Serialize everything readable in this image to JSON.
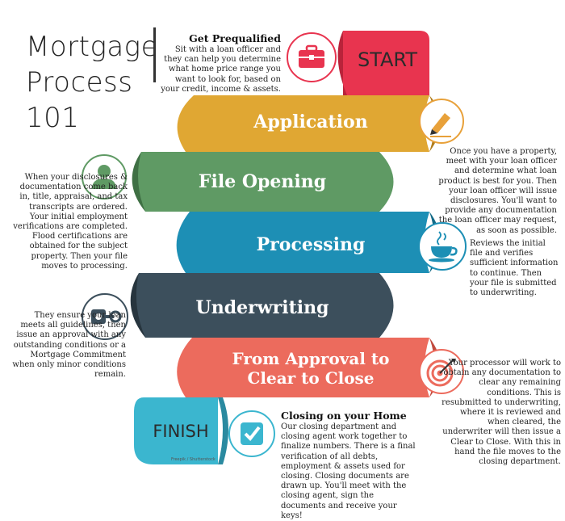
{
  "title": {
    "line1": "Mortgage",
    "line2": "Process",
    "line3": "101"
  },
  "prequal": {
    "heading": "Get Prequalified",
    "text": "Sit with a loan officer and they can help you determine what home price range you want to look for, based on your credit, income & assets."
  },
  "start_label": "START",
  "finish_label": "FINISH",
  "stages": [
    {
      "label": "Application",
      "color": "#e0a733"
    },
    {
      "label": "File Opening",
      "color": "#5f9a64"
    },
    {
      "label": "Processing",
      "color": "#1d8fb5"
    },
    {
      "label": "Underwriting",
      "color": "#3c4f5c"
    },
    {
      "label_line1": "From Approval to",
      "label_line2": "Clear to Close",
      "color": "#ec6b5d"
    }
  ],
  "notes": {
    "application": "Once you have a property, meet with your loan officer and determine what loan product is best for you. Then your loan officer will issue disclosures. You'll want to provide any documentation the loan officer may request, as soon as possible.",
    "file_opening": "When your disclosures & documentation come back in, title, appraisal, and tax transcripts are ordered. Your initial employment verifications are completed. Flood certifications are obtained for the subject property. Then your file moves to processing.",
    "processing": "Reviews the initial file and verifies sufficient information to continue. Then your file is submitted to underwriting.",
    "underwriting": "They ensure your loan meets all guidelines, then issue an approval with any outstanding conditions or a Mortgage Commitment when only minor conditions remain.",
    "approval": "Your processor will work to obtain any documentation to clear any remaining conditions. This is resubmitted to underwriting, where it is reviewed and when cleared, the underwriter will then issue a Clear to Close. With this in hand the file moves to the closing department."
  },
  "closing": {
    "heading": "Closing on your Home",
    "text": "Our closing department and closing agent work together to finalize numbers. There is a final verification of all debts, employment & assets used for closing. Closing documents are drawn up. You'll meet with the closing agent, sign the documents and receive your keys!"
  },
  "credit": "Freepik / Shutterstock",
  "icons": {
    "prequal": "briefcase-icon",
    "application": "pencil-icon",
    "file_opening": "person-icon",
    "processing": "coffee-cup-icon",
    "underwriting": "key-icon",
    "approval": "target-icon",
    "closing": "checkbox-icon"
  },
  "colors": {
    "start": "#e8344f",
    "finish": "#3bb6cf",
    "briefcase": "#e8344f",
    "pencil": "#e8a13a",
    "person": "#5f9a64",
    "coffee": "#1d8fb5",
    "key": "#3c4f5c",
    "target": "#ec6b5d",
    "check": "#3bb6cf"
  }
}
